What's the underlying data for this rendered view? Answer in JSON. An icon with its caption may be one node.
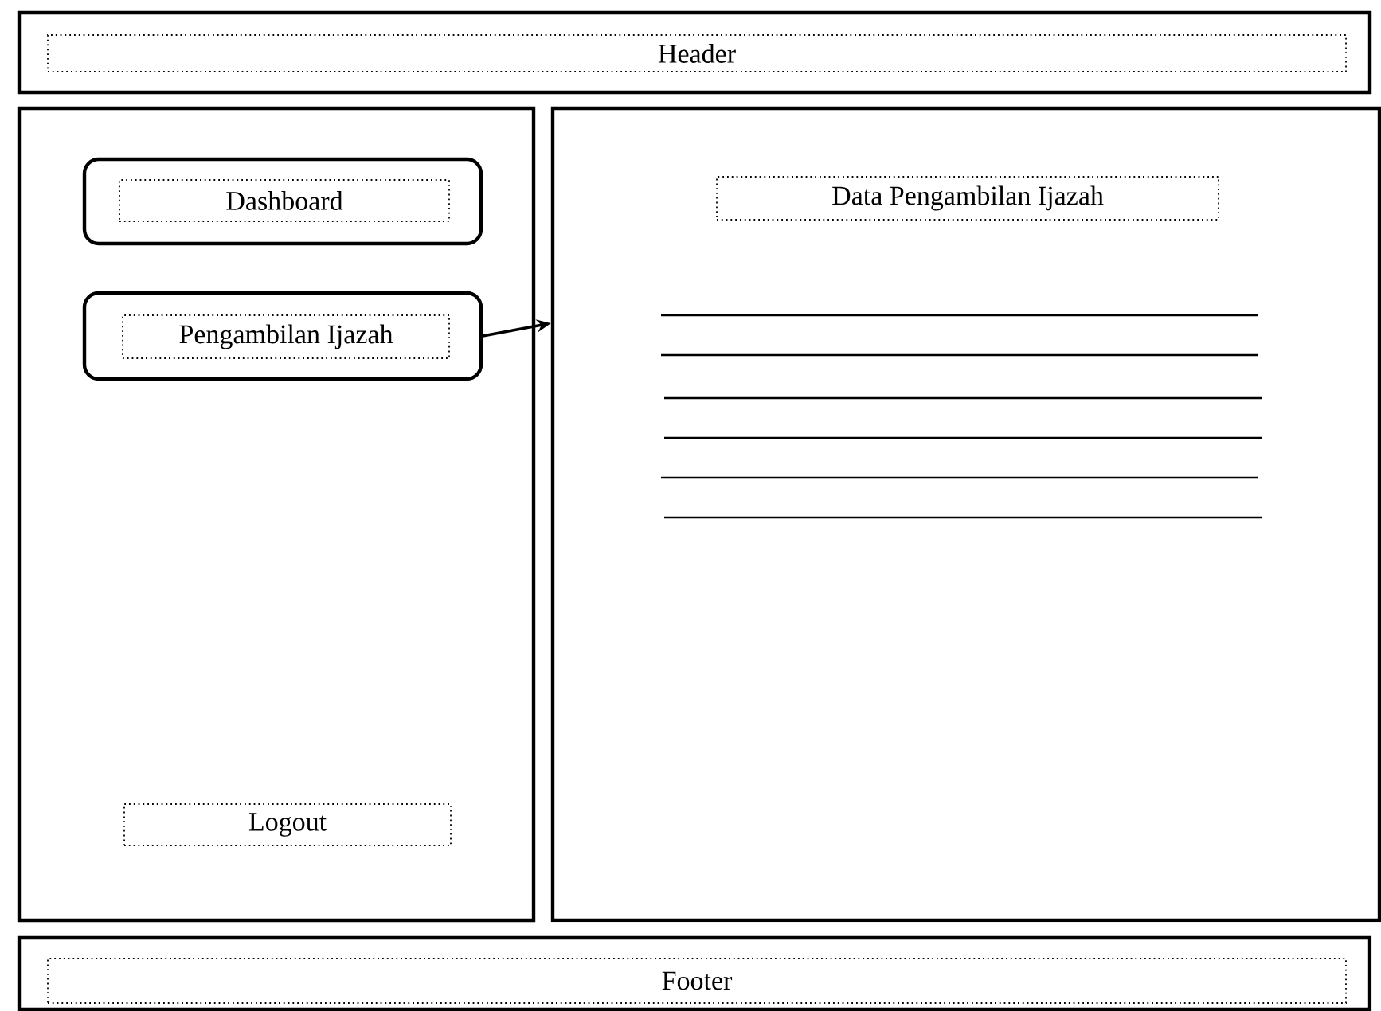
{
  "diagram": {
    "nodes": [
      {
        "text": [
          "Header"
        ]
      },
      {
        "text": [],
        "shape": "box"
      },
      {
        "text": [
          "Dashboard"
        ],
        "in": 1
      },
      {
        "text": [
          "Pengambilan Ijazah"
        ],
        "in": 1
      },
      {
        "text": [
          "Logout"
        ],
        "in": 1
      },
      {
        "text": [
          "Data Pengambilan Ijazah"
        ]
      },
      {
        "text": [
          "Footer"
        ]
      }
    ],
    "edges": [
      {
        "from": 3,
        "to": 5,
        "arrow": "to"
      }
    ]
  }
}
